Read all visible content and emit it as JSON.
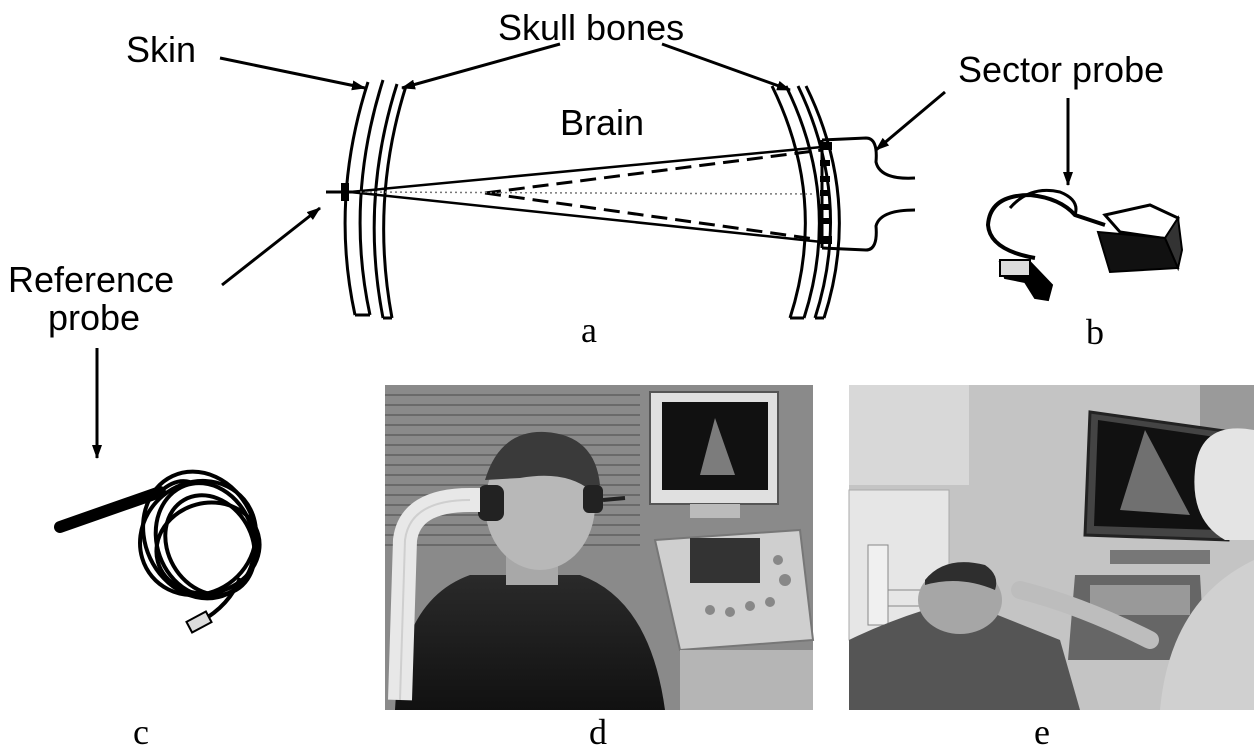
{
  "labels": {
    "skin": "Skin",
    "skull_bones": "Skull bones",
    "sector_probe": "Sector probe",
    "brain": "Brain",
    "reference_probe_line1": "Reference",
    "reference_probe_line2": "probe"
  },
  "panels": {
    "a": "a",
    "b": "b",
    "c": "c",
    "d": "d",
    "e": "e"
  },
  "colors": {
    "ink": "#000000",
    "photo_bg_d": "#8a8a8a",
    "photo_bg_e": "#a9a9a9"
  }
}
